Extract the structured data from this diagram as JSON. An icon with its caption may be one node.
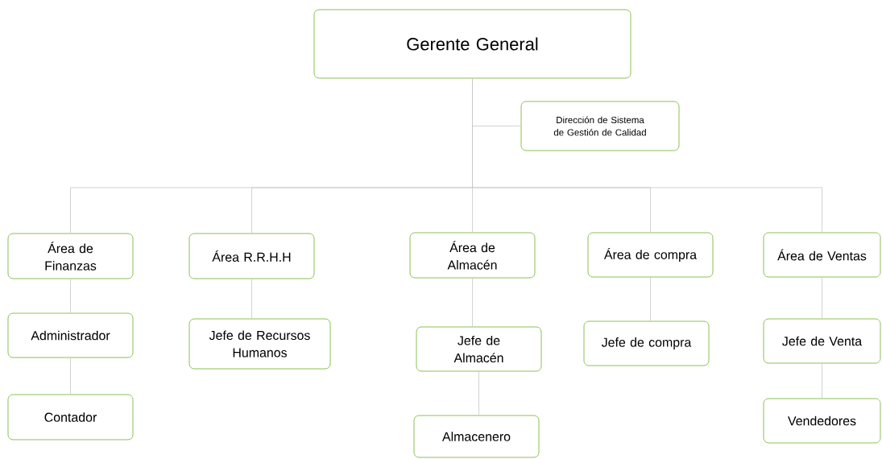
{
  "diagram": {
    "nodes": [
      {
        "text": [
          "Gerente General"
        ]
      },
      {
        "text": [
          "Dirección de Sistema de Gestión de Calidad"
        ]
      },
      {
        "text": [
          "Área de Finanzas"
        ]
      },
      {
        "text": [
          "Área R.R.H.H"
        ]
      },
      {
        "text": [
          "Área de Almacén"
        ]
      },
      {
        "text": [
          "Área de compra"
        ]
      },
      {
        "text": [
          "Área de Ventas"
        ]
      },
      {
        "text": [
          "Administrador"
        ]
      },
      {
        "text": [
          "Contador"
        ]
      },
      {
        "text": [
          "Jefe de Recursos Humanos"
        ]
      },
      {
        "text": [
          "Jefe de Almacén"
        ]
      },
      {
        "text": [
          "Almacenero"
        ]
      },
      {
        "text": [
          "Jefe de compra"
        ]
      },
      {
        "text": [
          "Jefe de Venta"
        ]
      },
      {
        "text": [
          "Vendedores"
        ]
      }
    ],
    "edges": [
      {
        "from": 0,
        "to": 1,
        "arrow": "none"
      },
      {
        "from": 0,
        "to": 2,
        "arrow": "none"
      },
      {
        "from": 0,
        "to": 3,
        "arrow": "none"
      },
      {
        "from": 0,
        "to": 4,
        "arrow": "none"
      },
      {
        "from": 0,
        "to": 5,
        "arrow": "none"
      },
      {
        "from": 0,
        "to": 6,
        "arrow": "none"
      },
      {
        "from": 2,
        "to": 7,
        "arrow": "none"
      },
      {
        "from": 7,
        "to": 8,
        "arrow": "none"
      },
      {
        "from": 3,
        "to": 9,
        "arrow": "none"
      },
      {
        "from": 4,
        "to": 10,
        "arrow": "none"
      },
      {
        "from": 10,
        "to": 11,
        "arrow": "none"
      },
      {
        "from": 5,
        "to": 12,
        "arrow": "none"
      },
      {
        "from": 6,
        "to": 13,
        "arrow": "none"
      },
      {
        "from": 13,
        "to": 14,
        "arrow": "none"
      }
    ]
  }
}
